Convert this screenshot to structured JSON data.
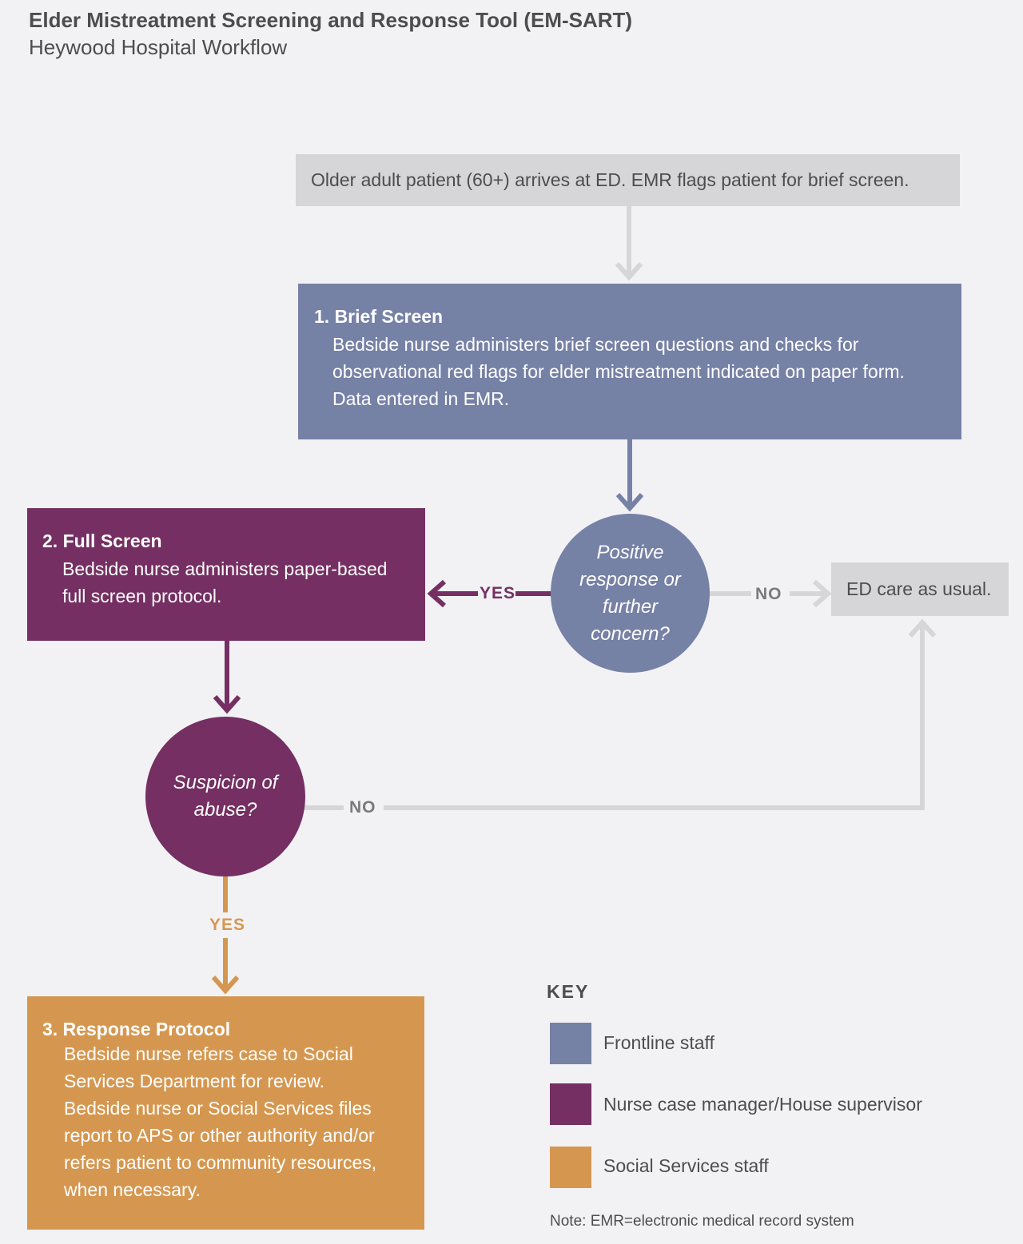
{
  "header": {
    "title": "Elder Mistreatment Screening and Response Tool (EM-SART)",
    "subtitle": "Heywood Hospital Workflow"
  },
  "flow": {
    "arrival": "Older adult patient (60+) arrives at ED. EMR flags patient for brief screen.",
    "brief_screen": {
      "title": "1. Brief Screen",
      "body": "Bedside nurse administers brief screen questions and checks for observational red flags for elder mistreatment indicated on paper form. Data entered in EMR."
    },
    "decision_1": "Positive response or further concern?",
    "ed_care": "ED care as usual.",
    "full_screen": {
      "title": "2. Full Screen",
      "body": "Bedside nurse administers paper-based full screen protocol."
    },
    "decision_2": "Suspicion of abuse?",
    "response_protocol": {
      "title": "3. Response Protocol",
      "body": "Bedside nurse refers case to Social Services Department for review. Bedside nurse or Social Services files report to APS or other authority and/or refers patient to community resources, when necessary."
    },
    "labels": {
      "yes_1": "YES",
      "no_1": "NO",
      "no_2": "NO",
      "yes_2": "YES"
    }
  },
  "key": {
    "title": "KEY",
    "items": [
      {
        "label": "Frontline staff",
        "color": "#7681a6"
      },
      {
        "label": "Nurse case manager/House supervisor",
        "color": "#752f62"
      },
      {
        "label": "Social Services staff",
        "color": "#d59750"
      }
    ]
  },
  "note": "Note: EMR=electronic medical record system",
  "colors": {
    "frontline": "#7681a6",
    "nurse_manager": "#752f62",
    "social_services": "#d59750",
    "neutral": "#d6d6d8",
    "background": "#f2f2f5"
  }
}
